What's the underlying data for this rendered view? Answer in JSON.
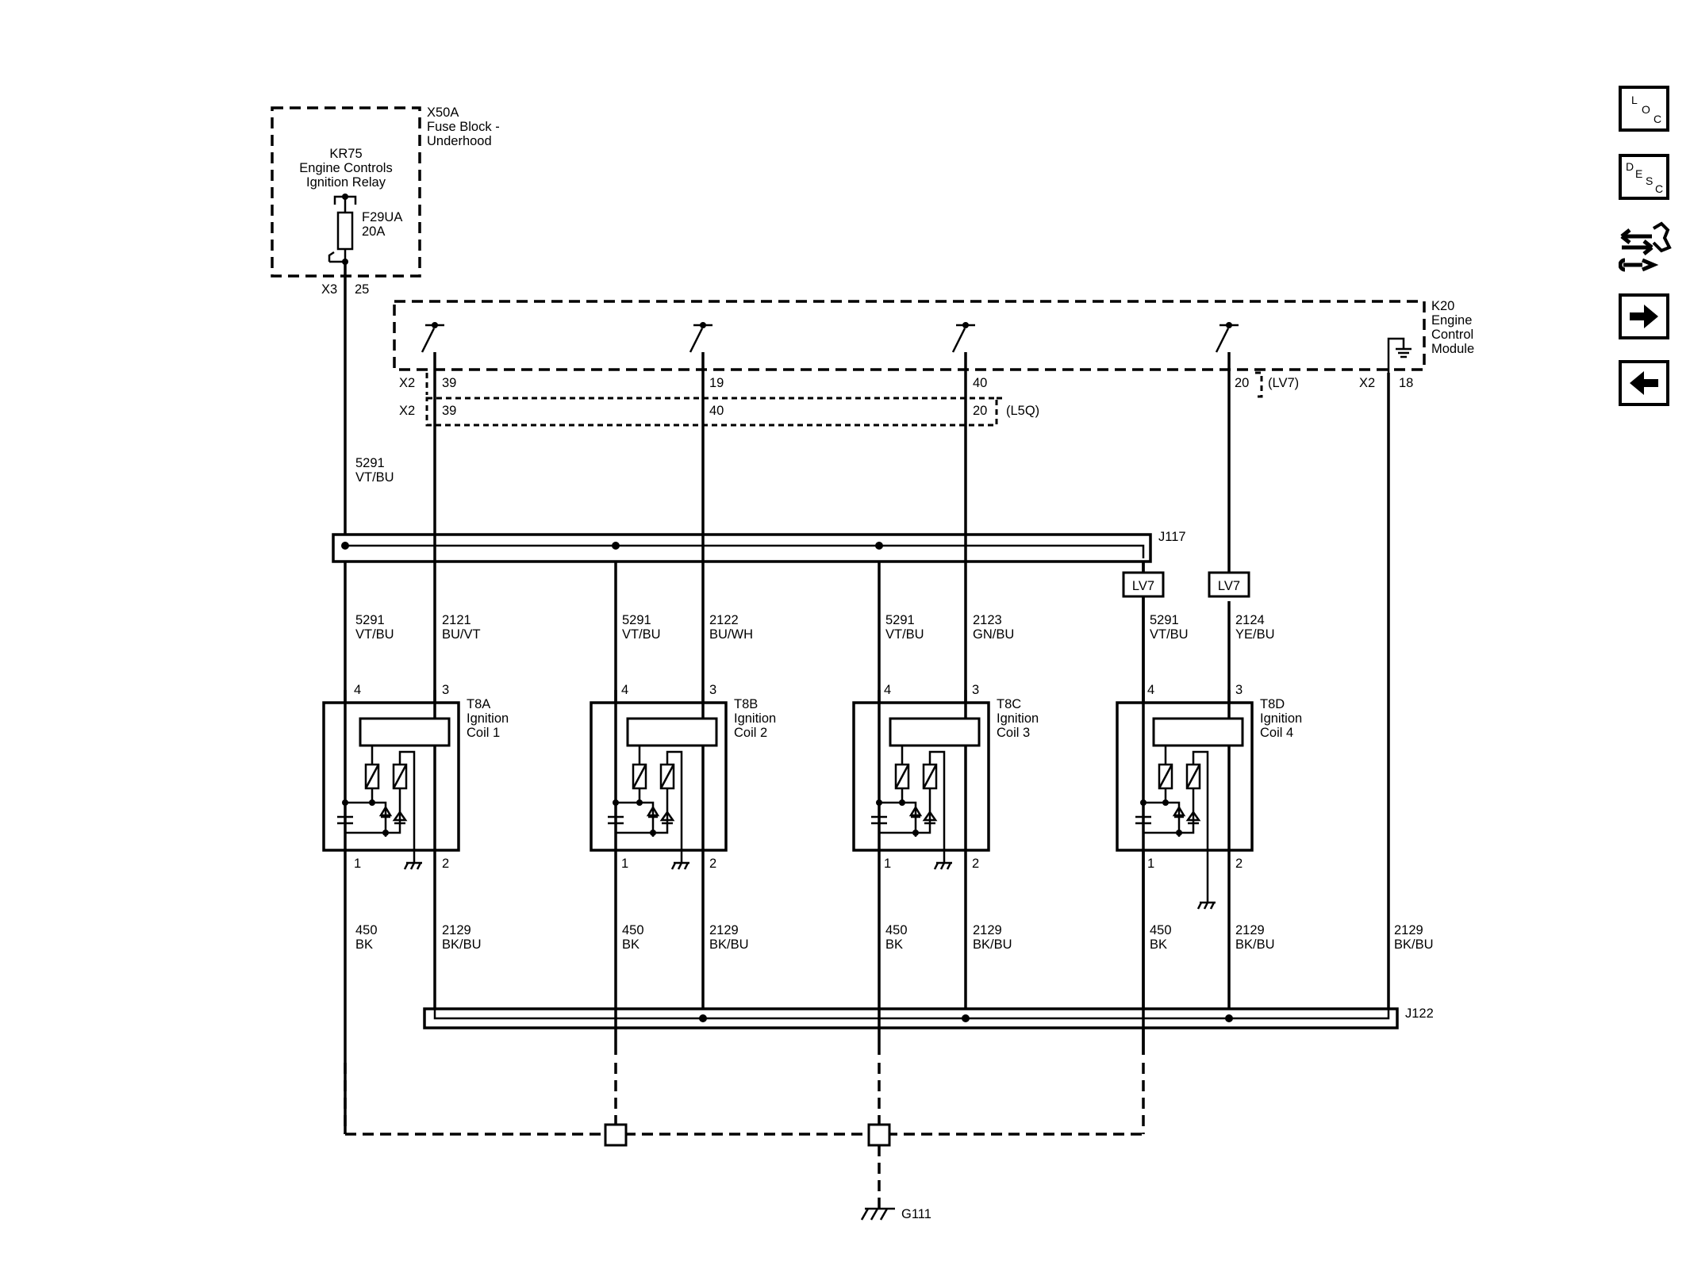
{
  "fuse_block": {
    "id": "X50A",
    "name1": "Fuse Block -",
    "name2": "Underhood",
    "relay_id": "KR75",
    "relay_l1": "Engine Controls",
    "relay_l2": "Ignition Relay",
    "fuse_id": "F29UA",
    "fuse_rating": "20A",
    "conn": "X3",
    "pin": "25"
  },
  "ecm": {
    "id": "K20",
    "l1": "Engine",
    "l2": "Control",
    "l3": "Module",
    "conn": "X2",
    "gnd_pin": "18",
    "lv7_tag": "(LV7)",
    "l5q_tag": "(L5Q)"
  },
  "ecm_pins_row1": [
    "39",
    "19",
    "40",
    "20"
  ],
  "ecm_pins_row2": [
    "39",
    "40",
    "20"
  ],
  "feed_wire": {
    "circuit": "5291",
    "color": "VT/BU"
  },
  "splices": {
    "top": "J117",
    "bottom": "J122"
  },
  "option_box": "LV7",
  "coils": [
    {
      "id": "T8A",
      "l1": "Ignition",
      "l2": "Coil 1",
      "p4": "4",
      "p3": "3",
      "p1": "1",
      "p2": "2",
      "f_circ": "5291",
      "f_col": "VT/BU",
      "s_circ": "2121",
      "s_col": "BU/VT",
      "g_circ": "450",
      "g_col": "BK",
      "r_circ": "2129",
      "r_col": "BK/BU"
    },
    {
      "id": "T8B",
      "l1": "Ignition",
      "l2": "Coil 2",
      "p4": "4",
      "p3": "3",
      "p1": "1",
      "p2": "2",
      "f_circ": "5291",
      "f_col": "VT/BU",
      "s_circ": "2122",
      "s_col": "BU/WH",
      "g_circ": "450",
      "g_col": "BK",
      "r_circ": "2129",
      "r_col": "BK/BU"
    },
    {
      "id": "T8C",
      "l1": "Ignition",
      "l2": "Coil 3",
      "p4": "4",
      "p3": "3",
      "p1": "1",
      "p2": "2",
      "f_circ": "5291",
      "f_col": "VT/BU",
      "s_circ": "2123",
      "s_col": "GN/BU",
      "g_circ": "450",
      "g_col": "BK",
      "r_circ": "2129",
      "r_col": "BK/BU"
    },
    {
      "id": "T8D",
      "l1": "Ignition",
      "l2": "Coil 4",
      "p4": "4",
      "p3": "3",
      "p1": "1",
      "p2": "2",
      "f_circ": "5291",
      "f_col": "VT/BU",
      "s_circ": "2124",
      "s_col": "YE/BU",
      "g_circ": "450",
      "g_col": "BK",
      "r_circ": "2129",
      "r_col": "BK/BU"
    }
  ],
  "ecm_ground_wire": {
    "circuit": "2129",
    "color": "BK/BU"
  },
  "ground": "G111",
  "nav": {
    "loc": [
      "L",
      "O",
      "C"
    ],
    "desc": [
      "D",
      "E",
      "S",
      "C"
    ],
    "connector_icon": "connector-repair-icon",
    "next_icon": "arrow-right-icon",
    "prev_icon": "arrow-left-icon"
  }
}
